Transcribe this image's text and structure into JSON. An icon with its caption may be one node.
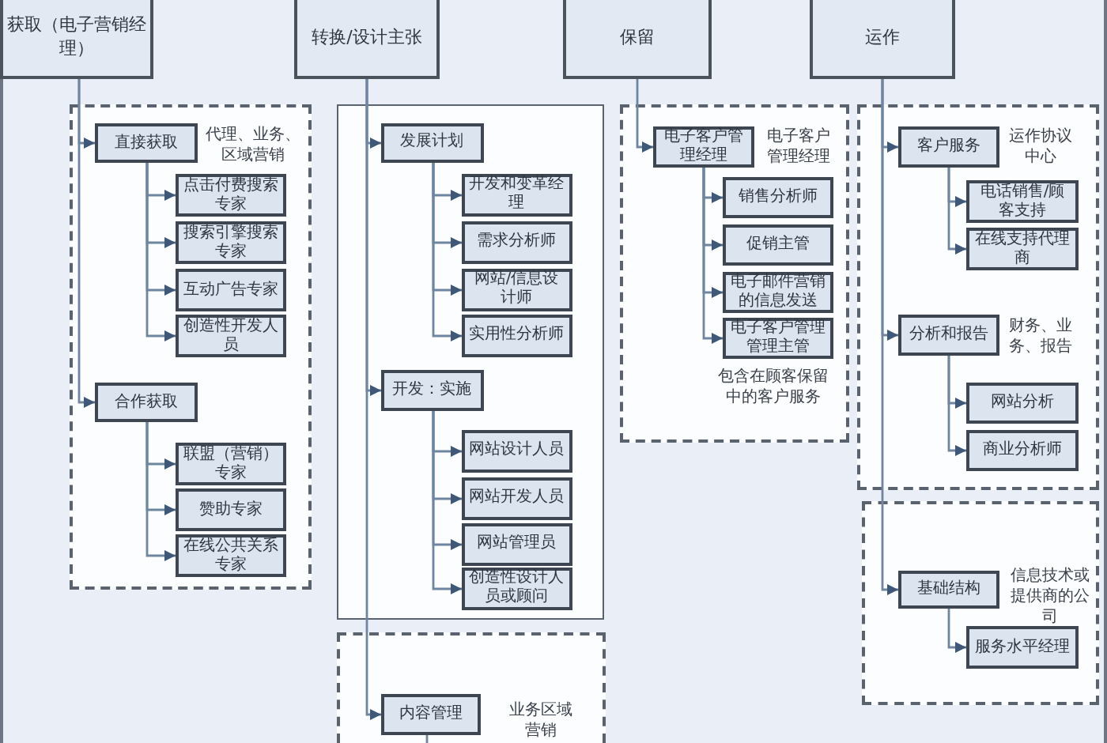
{
  "diagram": {
    "nodes": [
      {
        "text": [
          "获取（电子营销经理）"
        ]
      },
      {
        "text": [
          "转换/设计主张"
        ]
      },
      {
        "text": [
          "保留"
        ]
      },
      {
        "text": [
          "运作"
        ]
      },
      {
        "text": [],
        "shape": "box"
      },
      {
        "text": [
          "直接获取"
        ],
        "in": 4,
        "beside": [
          "代理、业务、区域营销"
        ]
      },
      {
        "text": [
          "点击付费搜索专家"
        ],
        "in": 4
      },
      {
        "text": [
          "搜索引擎搜索专家"
        ],
        "in": 4
      },
      {
        "text": [
          "互动广告专家"
        ],
        "in": 4
      },
      {
        "text": [
          "创造性开发人员"
        ],
        "in": 4
      },
      {
        "text": [
          "合作获取"
        ],
        "in": 4
      },
      {
        "text": [
          "联盟（营销）专家"
        ],
        "in": 4
      },
      {
        "text": [
          "赞助专家"
        ],
        "in": 4
      },
      {
        "text": [
          "在线公共关系专家"
        ],
        "in": 4
      },
      {
        "text": [],
        "shape": "box"
      },
      {
        "text": [
          "发展计划"
        ],
        "in": 14
      },
      {
        "text": [
          "开发和变革经理"
        ],
        "in": 14
      },
      {
        "text": [
          "需求分析师"
        ],
        "in": 14
      },
      {
        "text": [
          "网站/信息设计师"
        ],
        "in": 14
      },
      {
        "text": [
          "实用性分析师"
        ],
        "in": 14
      },
      {
        "text": [
          "开发：实施"
        ],
        "in": 14
      },
      {
        "text": [
          "网站设计人员"
        ],
        "in": 14
      },
      {
        "text": [
          "网站开发人员"
        ],
        "in": 14
      },
      {
        "text": [
          "网站管理员"
        ],
        "in": 14
      },
      {
        "text": [
          "创造性设计人员或顾问"
        ],
        "in": 14
      },
      {
        "text": [],
        "shape": "box"
      },
      {
        "text": [
          "内容管理"
        ],
        "in": 25,
        "beside": [
          "业务区域营销"
        ]
      },
      {
        "text": [
          "包含在顾客保留中的客户服务"
        ]
      },
      {
        "text": [
          "电子客户管理经理"
        ],
        "in": 27,
        "beside": [
          "电子客户管理经理"
        ]
      },
      {
        "text": [
          "销售分析师"
        ],
        "in": 27
      },
      {
        "text": [
          "促销主管"
        ],
        "in": 27
      },
      {
        "text": [
          "电子邮件营销的信息发送"
        ],
        "in": 27
      },
      {
        "text": [
          "电子客户管理管理主管"
        ],
        "in": 27
      },
      {
        "text": [],
        "shape": "box"
      },
      {
        "text": [
          "客户服务"
        ],
        "in": 33,
        "beside": [
          "运作协议中心"
        ]
      },
      {
        "text": [
          "电话销售/顾客支持"
        ],
        "in": 33
      },
      {
        "text": [
          "在线支持代理商"
        ],
        "in": 33
      },
      {
        "text": [
          "分析和报告"
        ],
        "in": 33,
        "beside": [
          "财务、业务、报告"
        ]
      },
      {
        "text": [
          "网站分析"
        ],
        "in": 33
      },
      {
        "text": [
          "商业分析师"
        ],
        "in": 33
      },
      {
        "text": [],
        "shape": "box"
      },
      {
        "text": [
          "基础结构"
        ],
        "in": 40,
        "beside": [
          "信息技术或提供商的公司"
        ]
      },
      {
        "text": [
          "服务水平经理"
        ],
        "in": 40
      }
    ],
    "edges": [
      {
        "from": 0,
        "to": 5,
        "arrow": "to"
      },
      {
        "from": 0,
        "to": 10,
        "arrow": "to"
      },
      {
        "from": 5,
        "to": 6,
        "arrow": "to"
      },
      {
        "from": 5,
        "to": 7,
        "arrow": "to"
      },
      {
        "from": 5,
        "to": 8,
        "arrow": "to"
      },
      {
        "from": 5,
        "to": 9,
        "arrow": "to"
      },
      {
        "from": 10,
        "to": 11,
        "arrow": "to"
      },
      {
        "from": 10,
        "to": 12,
        "arrow": "to"
      },
      {
        "from": 10,
        "to": 13,
        "arrow": "to"
      },
      {
        "from": 1,
        "to": 15,
        "arrow": "to"
      },
      {
        "from": 1,
        "to": 20,
        "arrow": "to"
      },
      {
        "from": 1,
        "to": 26,
        "arrow": "to"
      },
      {
        "from": 15,
        "to": 16,
        "arrow": "to"
      },
      {
        "from": 15,
        "to": 17,
        "arrow": "to"
      },
      {
        "from": 15,
        "to": 18,
        "arrow": "to"
      },
      {
        "from": 15,
        "to": 19,
        "arrow": "to"
      },
      {
        "from": 20,
        "to": 21,
        "arrow": "to"
      },
      {
        "from": 20,
        "to": 22,
        "arrow": "to"
      },
      {
        "from": 20,
        "to": 23,
        "arrow": "to"
      },
      {
        "from": 20,
        "to": 24,
        "arrow": "to"
      },
      {
        "from": 26,
        "to": null,
        "arrow": "none"
      },
      {
        "from": 2,
        "to": 28,
        "arrow": "to"
      },
      {
        "from": 28,
        "to": 29,
        "arrow": "to"
      },
      {
        "from": 28,
        "to": 30,
        "arrow": "to"
      },
      {
        "from": 28,
        "to": 31,
        "arrow": "to"
      },
      {
        "from": 28,
        "to": 32,
        "arrow": "to"
      },
      {
        "from": 3,
        "to": 34,
        "arrow": "to"
      },
      {
        "from": 3,
        "to": 37,
        "arrow": "to"
      },
      {
        "from": 3,
        "to": 41,
        "arrow": "to"
      },
      {
        "from": 34,
        "to": 35,
        "arrow": "to"
      },
      {
        "from": 34,
        "to": 36,
        "arrow": "to"
      },
      {
        "from": 37,
        "to": 38,
        "arrow": "to"
      },
      {
        "from": 37,
        "to": 39,
        "arrow": "to"
      },
      {
        "from": 41,
        "to": 42,
        "arrow": "to"
      }
    ]
  }
}
